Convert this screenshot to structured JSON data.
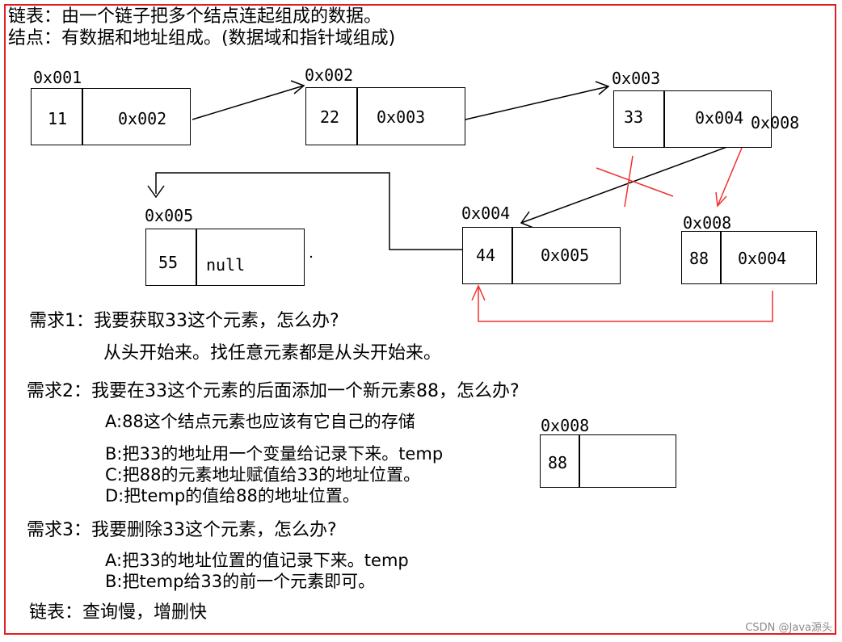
{
  "intro": {
    "line1": "链表：由一个链子把多个结点连起组成的数据。",
    "line2": "结点：有数据和地址组成。(数据域和指针域组成)"
  },
  "nodes": {
    "n1": {
      "address": "0x001",
      "data": "11",
      "next": "0x002"
    },
    "n2": {
      "address": "0x002",
      "data": "22",
      "next": "0x003"
    },
    "n3": {
      "address": "0x003",
      "data": "33",
      "next": "0x004",
      "new_next": "0x008"
    },
    "n5": {
      "address": "0x005",
      "data": "55",
      "next": "null"
    },
    "n4": {
      "address": "0x004",
      "data": "44",
      "next": "0x005"
    },
    "n8": {
      "address": "0x008",
      "data": "88",
      "next": "0x004"
    },
    "n8b": {
      "address": "0x008",
      "data": "88",
      "next": ""
    }
  },
  "req1": {
    "title": "需求1：我要获取33这个元素，怎么办?",
    "answer": "从头开始来。找任意元素都是从头开始来。"
  },
  "req2": {
    "title": "需求2：我要在33这个元素的后面添加一个新元素88，怎么办?",
    "a": "A:88这个结点元素也应该有它自己的存储",
    "b": "B:把33的地址用一个变量给记录下来。temp",
    "c": "C:把88的元素地址赋值给33的地址位置。",
    "d": "D:把temp的值给88的地址位置。"
  },
  "req3": {
    "title": "需求3：我要删除33这个元素，怎么办?",
    "a": "A:把33的地址位置的值记录下来。temp",
    "b": "B:把temp给33的前一个元素即可。"
  },
  "summary": "链表：查询慢，增删快",
  "watermark": "CSDN @Java源头",
  "colors": {
    "ink": "#000000",
    "annotation_red": "#f03030",
    "frame_red": "#e02020"
  }
}
